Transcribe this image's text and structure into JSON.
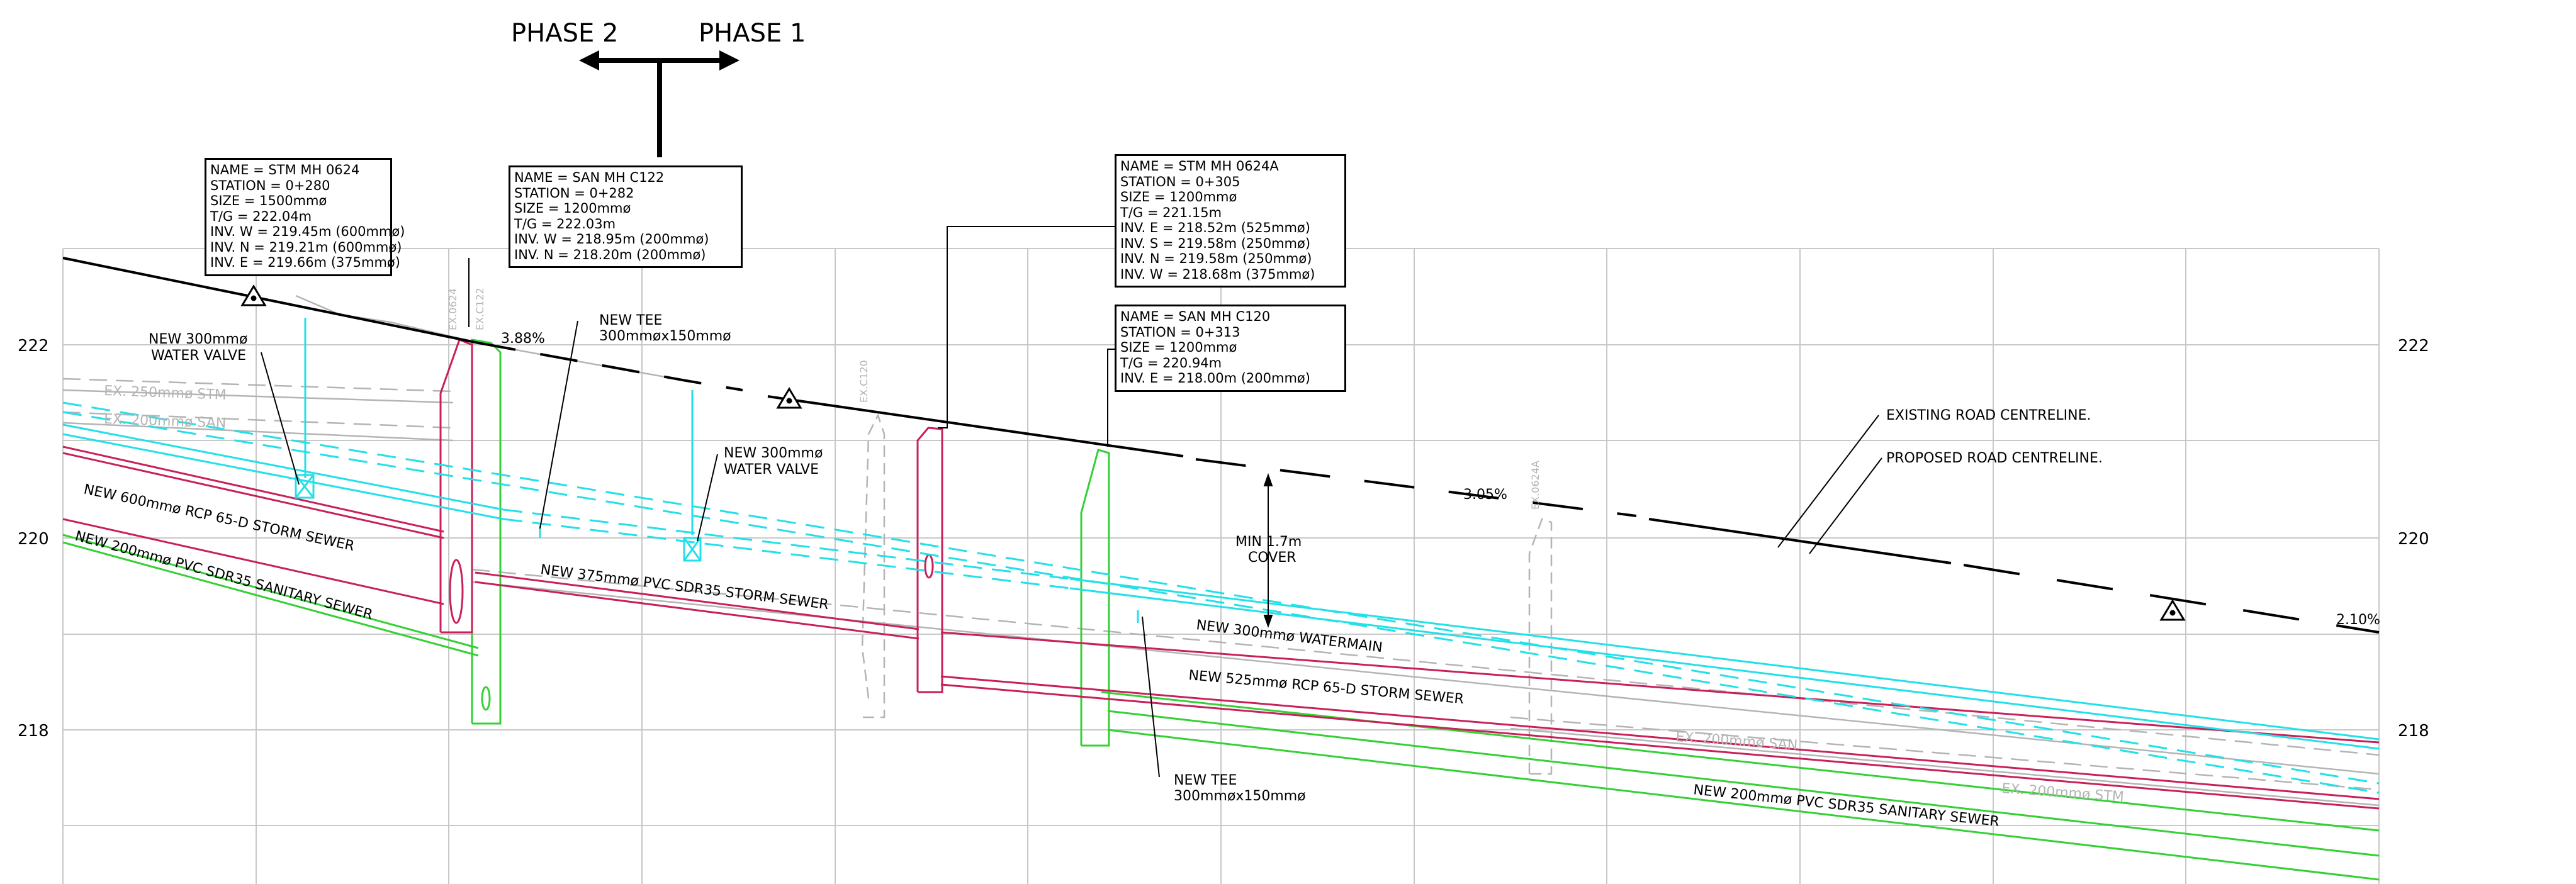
{
  "phases": {
    "left": "PHASE 2",
    "right": "PHASE 1"
  },
  "elevation_labels": [
    "222",
    "220",
    "218"
  ],
  "manholes": [
    {
      "lines": [
        "NAME = STM MH 0624",
        "STATION = 0+280",
        "SIZE = 1500mmø",
        "T/G = 222.04m",
        "INV. W = 219.45m (600mmø)",
        "INV. N = 219.21m (600mmø)",
        "INV. E = 219.66m (375mmø)"
      ]
    },
    {
      "lines": [
        "NAME = SAN MH C122",
        "STATION = 0+282",
        "SIZE = 1200mmø",
        "T/G = 222.03m",
        "INV. W = 218.95m (200mmø)",
        "INV. N = 218.20m (200mmø)"
      ]
    },
    {
      "lines": [
        "NAME = STM MH 0624A",
        "STATION = 0+305",
        "SIZE = 1200mmø",
        "T/G = 221.15m",
        "INV. E = 218.52m (525mmø)",
        "INV. S = 219.58m (250mmø)",
        "INV. N = 219.58m (250mmø)",
        "INV. W = 218.68m (375mmø)"
      ]
    },
    {
      "lines": [
        "NAME = SAN MH C120",
        "STATION = 0+313",
        "SIZE = 1200mmø",
        "T/G = 220.94m",
        "INV. E = 218.00m (200mmø)"
      ]
    }
  ],
  "annotations": {
    "water_valve_1": [
      "NEW 300mmø",
      "WATER VALVE"
    ],
    "water_valve_2": [
      "NEW 300mmø",
      "WATER VALVE"
    ],
    "tee_1": [
      "NEW TEE",
      "300mmøx150mmø"
    ],
    "tee_2": [
      "NEW TEE",
      "300mmøx150mmø"
    ],
    "cover": [
      "MIN 1.7m",
      "COVER"
    ],
    "existing_centreline": "EXISTING ROAD CENTRELINE.",
    "proposed_centreline": "PROPOSED ROAD CENTRELINE.",
    "grade_1": "3.88%",
    "grade_2": "3.05%",
    "grade_3": "2.10%"
  },
  "pipe_labels": {
    "ex_250_stm": "EX. 250mmø STM",
    "ex_200_san_left": "EX. 200mmø SAN",
    "new_600_storm": "NEW 600mmø RCP 65-D STORM SEWER",
    "new_200_san_left": "NEW 200mmø PVC SDR35 SANITARY SEWER",
    "new_375_storm": "NEW 375mmø PVC SDR35 STORM SEWER",
    "new_300_watermain": "NEW 300mmø WATERMAIN",
    "new_525_storm": "NEW 525mmø RCP 65-D STORM SEWER",
    "ex_200_san_right": "EX. 200mmø SAN",
    "ex_200_stm_right": "EX. 200mmø STM",
    "new_200_san_right": "NEW 200mmø PVC SDR35 SANITARY SEWER"
  },
  "structure_tags": {
    "ex_0624": "EX.0624",
    "ex_c122": "EX.C122",
    "ex_c120": "EX.C120",
    "ex_0624a": "EX.0624A"
  },
  "colors": {
    "storm": "#c8205a",
    "sanitary": "#34d034",
    "water": "#22e0e8",
    "existing": "#b4b4b4",
    "grid": "#c8c8c8",
    "ink": "#000000"
  }
}
